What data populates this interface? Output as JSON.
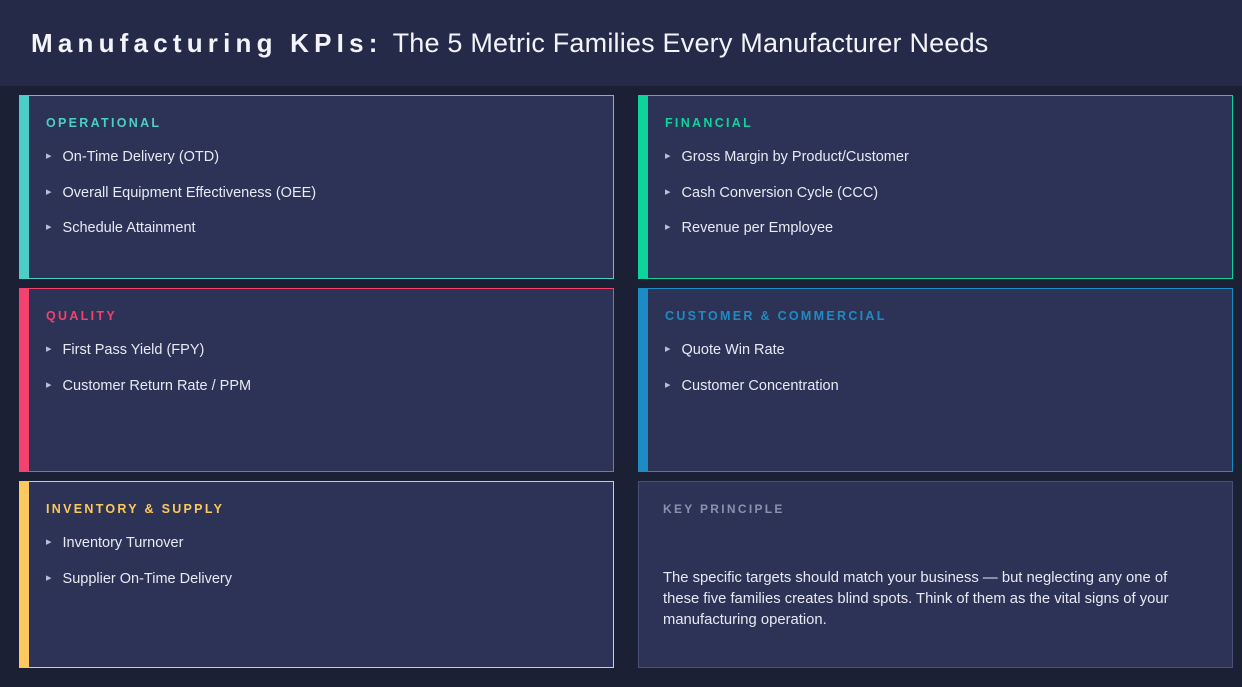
{
  "header": {
    "title_bold": "Manufacturing KPIs:",
    "title_rest": "The 5 Metric Families Every Manufacturer Needs",
    "background": "#242a47"
  },
  "colors": {
    "page_background": "#1b2035",
    "card_background": "#2c3356",
    "card_border": "#4a5177",
    "body_text": "#e8eaf3",
    "bullet": "#b9bfd4"
  },
  "cards": [
    {
      "label": "OPERATIONAL",
      "accent": "#4ccec6",
      "bullet_glyph": "▸",
      "items": [
        "On-Time Delivery (OTD)",
        "Overall Equipment Effectiveness (OEE)",
        "Schedule Attainment"
      ]
    },
    {
      "label": "FINANCIAL",
      "accent": "#0ed39c",
      "bullet_glyph": "▸",
      "items": [
        "Gross Margin by Product/Customer",
        "Cash Conversion Cycle (CCC)",
        "Revenue per Employee"
      ]
    },
    {
      "label": "QUALITY",
      "accent": "#f2426d",
      "bullet_glyph": "▸",
      "items": [
        "First Pass Yield (FPY)",
        "Customer Return Rate / PPM"
      ]
    },
    {
      "label": "CUSTOMER & COMMERCIAL",
      "accent": "#1e8cc4",
      "bullet_glyph": "▸",
      "items": [
        "Quote Win Rate",
        "Customer Concentration"
      ]
    },
    {
      "label": "INVENTORY & SUPPLY",
      "accent": "#fbc95e",
      "bullet_glyph": "▸",
      "items": [
        "Inventory Turnover",
        "Supplier On-Time Delivery"
      ]
    }
  ],
  "key_principle": {
    "label": "KEY PRINCIPLE",
    "label_color": "#8b92ad",
    "body": "The specific targets should match your business — but neglecting any one of these five families creates blind spots. Think of them as the vital signs of your manufacturing operation."
  }
}
